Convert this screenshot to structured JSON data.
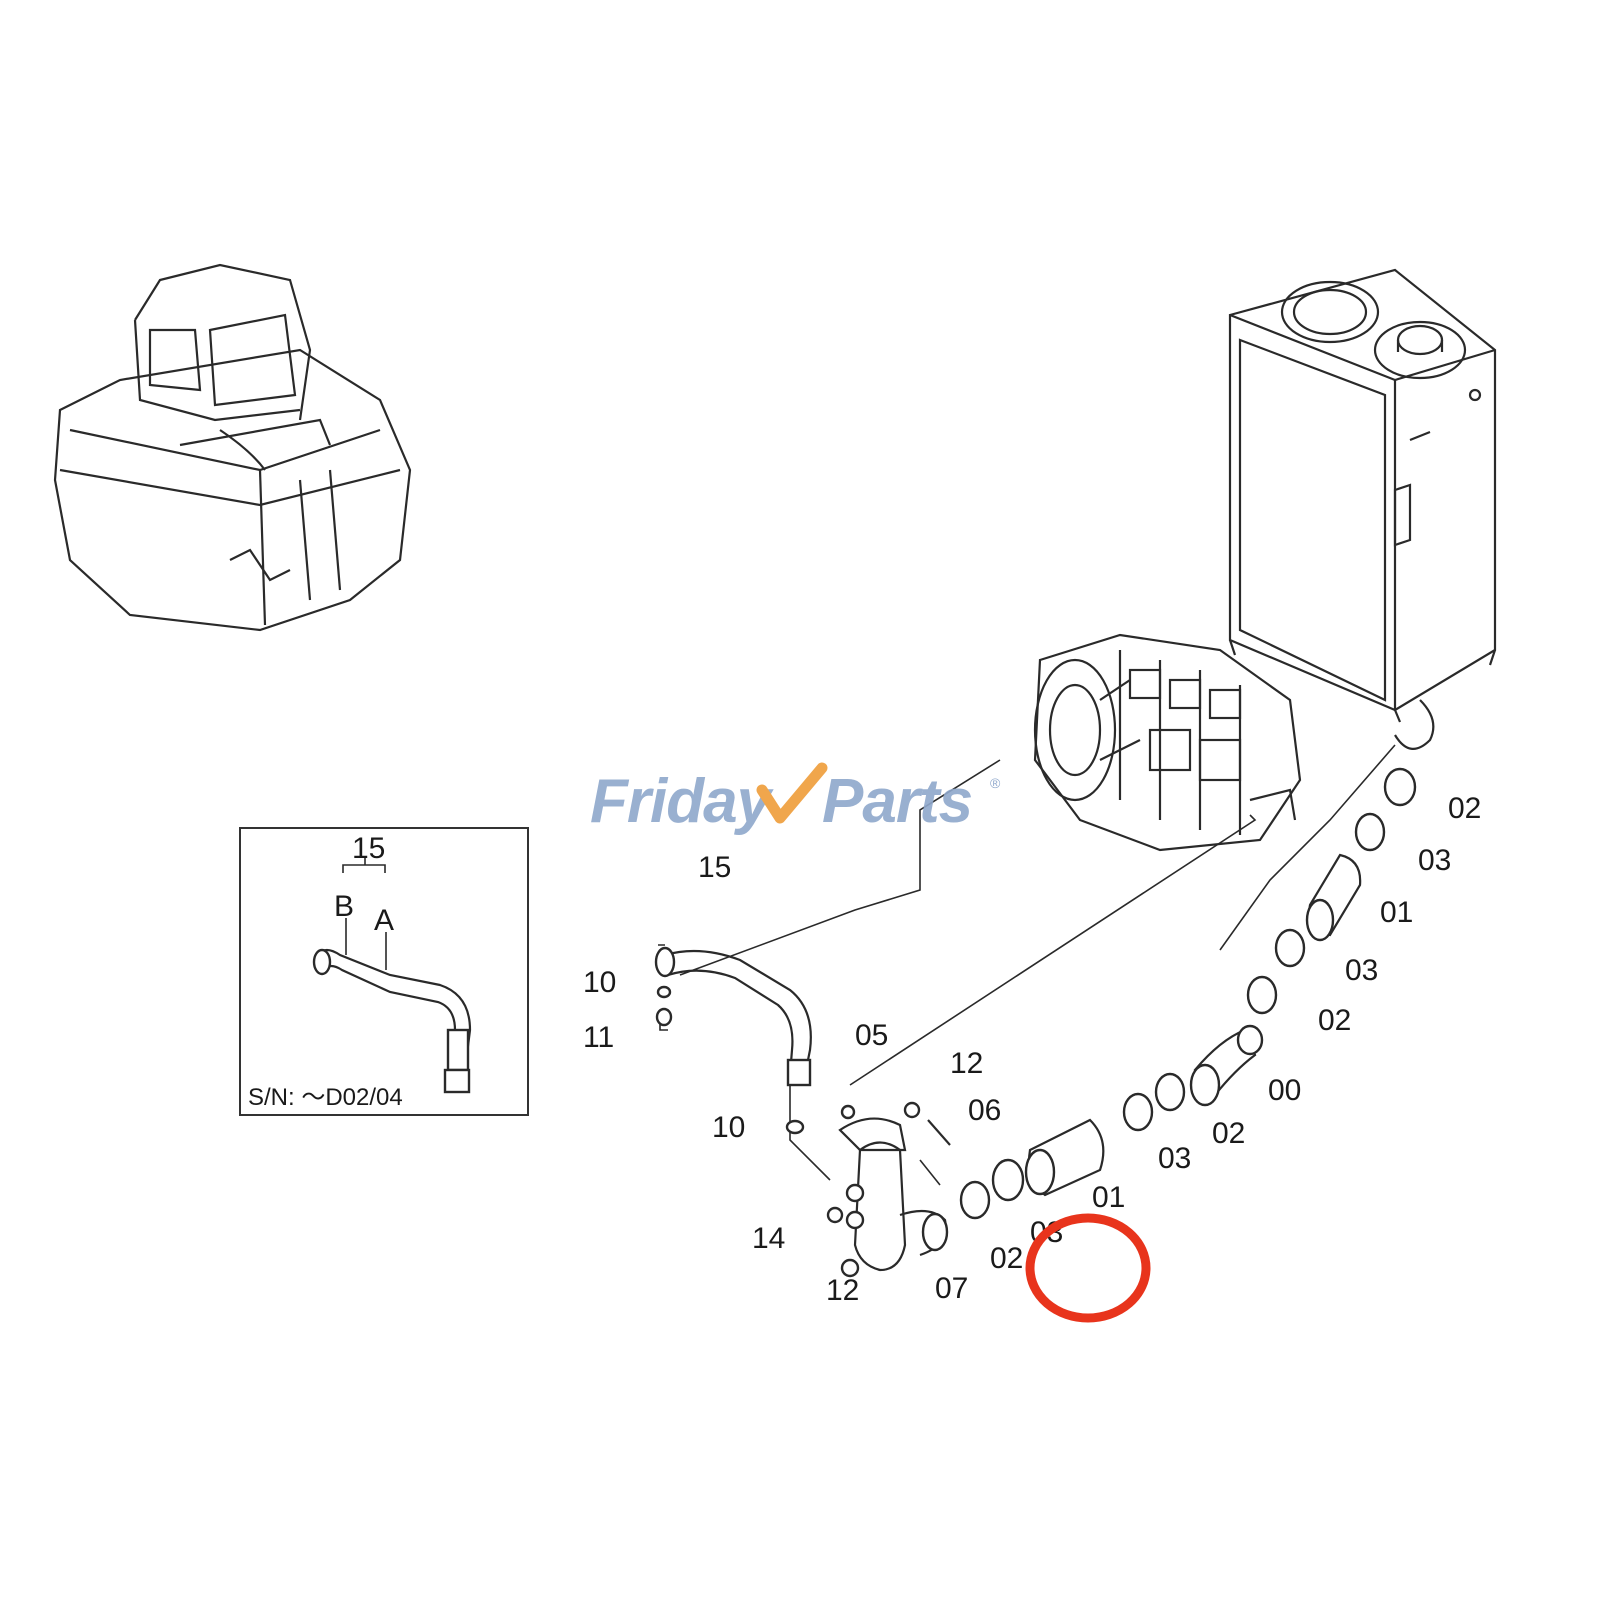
{
  "brand": {
    "logo_text_left": "Friday",
    "logo_text_right": "Parts",
    "logo_mark": "®",
    "colors": {
      "blue": "#8fa8cc",
      "orange": "#f0a64c",
      "highlight": "#e8341c"
    }
  },
  "inset": {
    "label_15": "15",
    "label_b": "B",
    "label_a": "A",
    "serial": "S/N: ～D02/04"
  },
  "callouts": [
    {
      "id": "02",
      "text": "02"
    },
    {
      "id": "03",
      "text": "03"
    },
    {
      "id": "01",
      "text": "01"
    },
    {
      "id": "03b",
      "text": "03"
    },
    {
      "id": "02b",
      "text": "02"
    },
    {
      "id": "00",
      "text": "00"
    },
    {
      "id": "02c",
      "text": "02"
    },
    {
      "id": "03c",
      "text": "03"
    },
    {
      "id": "01b",
      "text": "01"
    },
    {
      "id": "03d",
      "text": "03"
    },
    {
      "id": "02d",
      "text": "02"
    },
    {
      "id": "07",
      "text": "07"
    },
    {
      "id": "12",
      "text": "12"
    },
    {
      "id": "14",
      "text": "14"
    },
    {
      "id": "10",
      "text": "10"
    },
    {
      "id": "06",
      "text": "06"
    },
    {
      "id": "12b",
      "text": "12"
    },
    {
      "id": "05",
      "text": "05"
    },
    {
      "id": "15",
      "text": "15"
    },
    {
      "id": "10b",
      "text": "10"
    },
    {
      "id": "11",
      "text": "11"
    }
  ]
}
